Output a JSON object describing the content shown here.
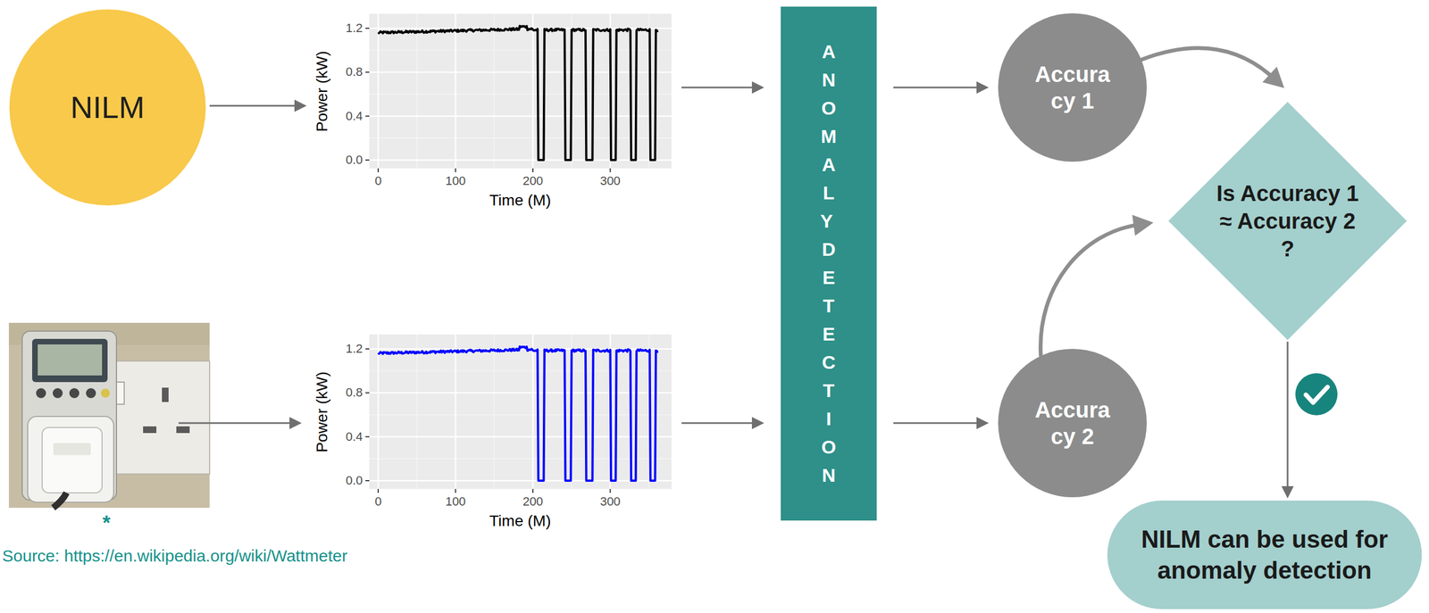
{
  "diagram": {
    "nodes": [
      {
        "text": [
          "NILM"
        ]
      },
      {
        "text": [
          "ANOMALY DETECTION"
        ]
      },
      {
        "text": [
          "Accura cy 1"
        ]
      },
      {
        "text": [
          "Is Accuracy 1 ≈ Accuracy 2 ?"
        ]
      },
      {
        "text": [
          "Accura cy 2"
        ]
      },
      {
        "text": [
          "NILM can be used for anomaly detection"
        ]
      }
    ],
    "edges": [
      {
        "from": 1,
        "to": 2,
        "arrow": "to"
      },
      {
        "from": 1,
        "to": 4,
        "arrow": "to"
      },
      {
        "from": 2,
        "to": 3,
        "arrow": "to"
      },
      {
        "from": 4,
        "to": 3,
        "arrow": "to"
      },
      {
        "from": 3,
        "to": 5,
        "arrow": "to"
      }
    ],
    "labels": [
      "1.2",
      "0.8",
      "0.4",
      "0.0",
      "Power (kW)",
      "0",
      "100",
      "200",
      "300",
      "Time (M)",
      "1.2",
      "0.8",
      "0.4",
      "0.0",
      "Power (kW)",
      "0",
      "100",
      "200",
      "300",
      "Time (M)",
      "*",
      "Source: https://en.wikipedia.org/wiki/Wattmeter"
    ]
  }
}
